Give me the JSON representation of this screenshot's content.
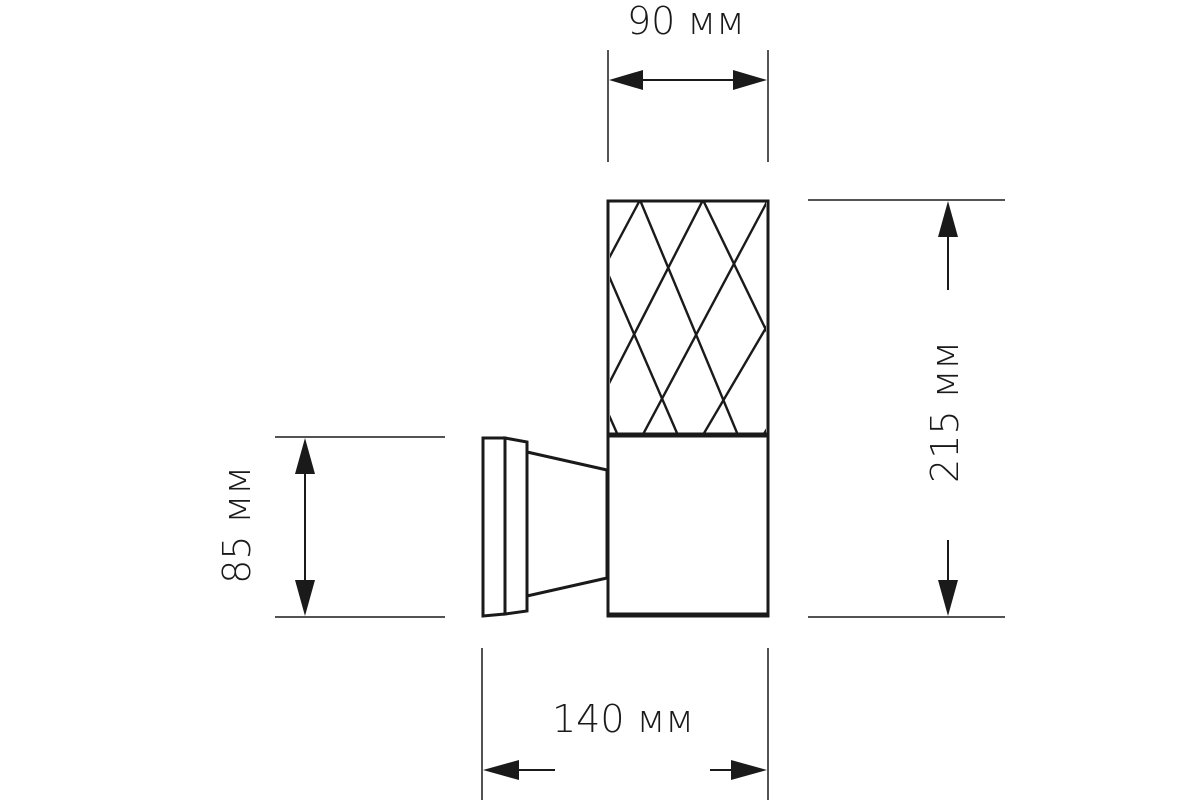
{
  "dimensions": {
    "width_top": "90 мм",
    "height_right": "215 мм",
    "mount_height_left": "85 мм",
    "depth_bottom": "140 мм"
  },
  "colors": {
    "stroke": "#1a1a1a",
    "background": "#ffffff"
  }
}
